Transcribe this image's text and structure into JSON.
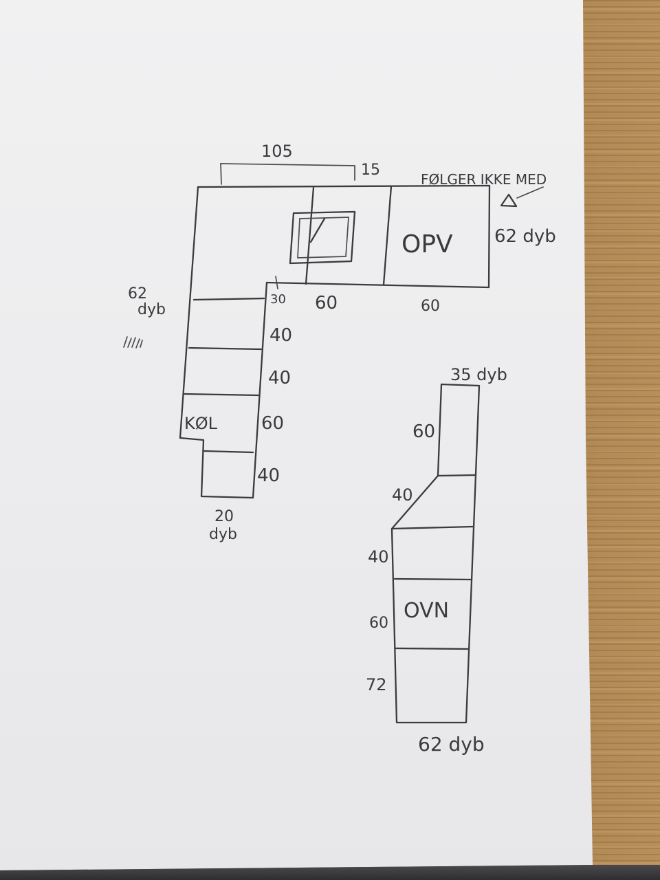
{
  "sketch": {
    "top_labels": {
      "width_105": "105",
      "gap_15": "15",
      "not_included": "FØLGER IKKE MED"
    },
    "upper_run": {
      "dishwasher": "OPV",
      "depth_right": "62 dyb",
      "width_sink": "60",
      "width_dishwasher": "60"
    },
    "left_run": {
      "depth_left": "62\ndyb",
      "depth_left_line1": "62",
      "depth_left_line2": "dyb",
      "fridge": "KØL",
      "seg_30": "30",
      "seg_40a": "40",
      "seg_40b": "40",
      "seg_60": "60",
      "seg_40c": "40",
      "depth_bottom_line1": "20",
      "depth_bottom_line2": "dyb"
    },
    "right_unit": {
      "depth_top": "35 dyb",
      "seg_60": "60",
      "seg_40_taper": "40",
      "seg_40": "40",
      "oven": "OVN",
      "seg_60_oven": "60",
      "seg_72": "72",
      "depth_bottom": "62 dyb"
    }
  }
}
